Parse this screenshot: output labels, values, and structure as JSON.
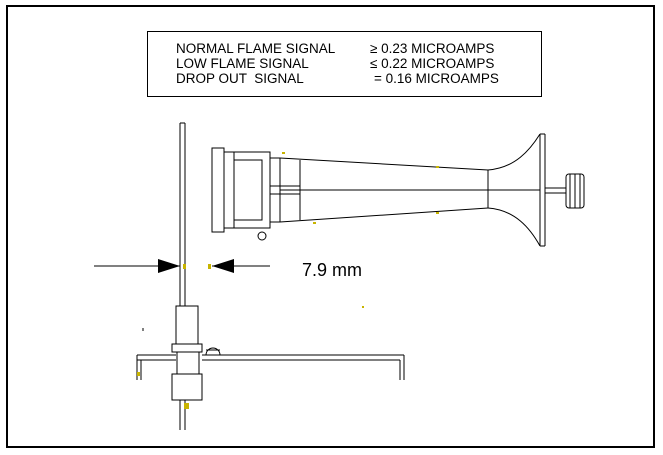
{
  "spec": {
    "rows": [
      {
        "label": "NORMAL FLAME SIGNAL",
        "value": "≥ 0.23 MICROAMPS"
      },
      {
        "label": "LOW FLAME SIGNAL",
        "value": "≤ 0.22 MICROAMPS"
      },
      {
        "label": "DROP OUT  SIGNAL",
        "value": "= 0.16 MICROAMPS"
      }
    ]
  },
  "dimension": {
    "label": "7.9 mm"
  },
  "colors": {
    "line": "#000000",
    "highlight": "#c8b400",
    "background": "#ffffff"
  }
}
